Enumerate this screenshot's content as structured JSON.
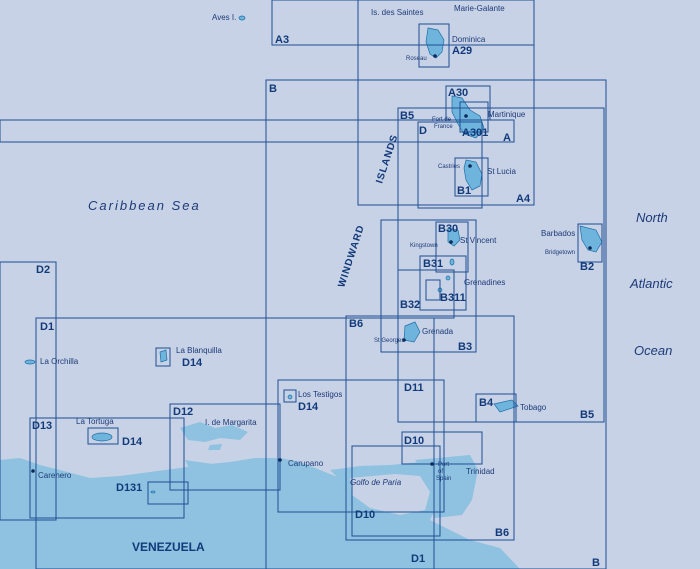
{
  "map": {
    "water_labels": {
      "caribbean_sea": "Caribbean Sea",
      "north": "North",
      "atlantic": "Atlantic",
      "ocean": "Ocean",
      "golfo_de_paria": "Golfo de Paria"
    },
    "region_labels": {
      "windward": "WINDWARD",
      "islands": "ISLANDS",
      "venezuela": "VENEZUELA"
    },
    "places": {
      "aves": "Aves I.",
      "les_saintes": "Is. des Saintes",
      "marie_galante": "Marie-Galante",
      "dominica": "Dominica",
      "roseau": "Roseau",
      "martinique": "Martinique",
      "fort_de_france_1": "Fort de",
      "fort_de_france_2": "France",
      "castries": "Castries",
      "st_lucia": "St Lucia",
      "barbados": "Barbados",
      "bridgetown": "Bridgetown",
      "kingstown": "Kingstown",
      "st_vincent": "St Vincent",
      "grenadines": "Grenadines",
      "st_georges": "St Georges",
      "grenada": "Grenada",
      "tobago": "Tobago",
      "trinidad": "Trinidad",
      "port_of_spain_1": "Port",
      "port_of_spain_2": "of",
      "port_of_spain_3": "Spain",
      "la_orchilla": "La Orchilla",
      "la_blanquilla": "La Blanquilla",
      "los_testigos": "Los Testigos",
      "la_tortuga": "La Tortuga",
      "margarita": "I. de Margarita",
      "carupano": "Carupano",
      "carenero": "Carenero"
    },
    "chart_codes": {
      "A3": "A3",
      "A29": "A29",
      "A30": "A30",
      "A301": "A301",
      "A": "A",
      "A4": "A4",
      "B": "B",
      "B_bottom": "B",
      "B1": "B1",
      "B2": "B2",
      "B3": "B3",
      "B4": "B4",
      "B5": "B5",
      "B5_bottom": "B5",
      "B6": "B6",
      "B6_bottom": "B6",
      "B30": "B30",
      "B31": "B31",
      "B32": "B32",
      "B311": "B311",
      "D": "D",
      "D1": "D1",
      "D1_bottom": "D1",
      "D2": "D2",
      "D10": "D10",
      "D10_bottom": "D10",
      "D11": "D11",
      "D12": "D12",
      "D13": "D13",
      "D14_blanquilla": "D14",
      "D14_testigos": "D14",
      "D14_tortuga": "D14",
      "D131": "D131"
    },
    "colors": {
      "water": "#c7d2e6",
      "land": "#8ec2e0",
      "island": "#6fb4dc",
      "frame": "#1f4f93",
      "text": "#1d3a78"
    }
  }
}
